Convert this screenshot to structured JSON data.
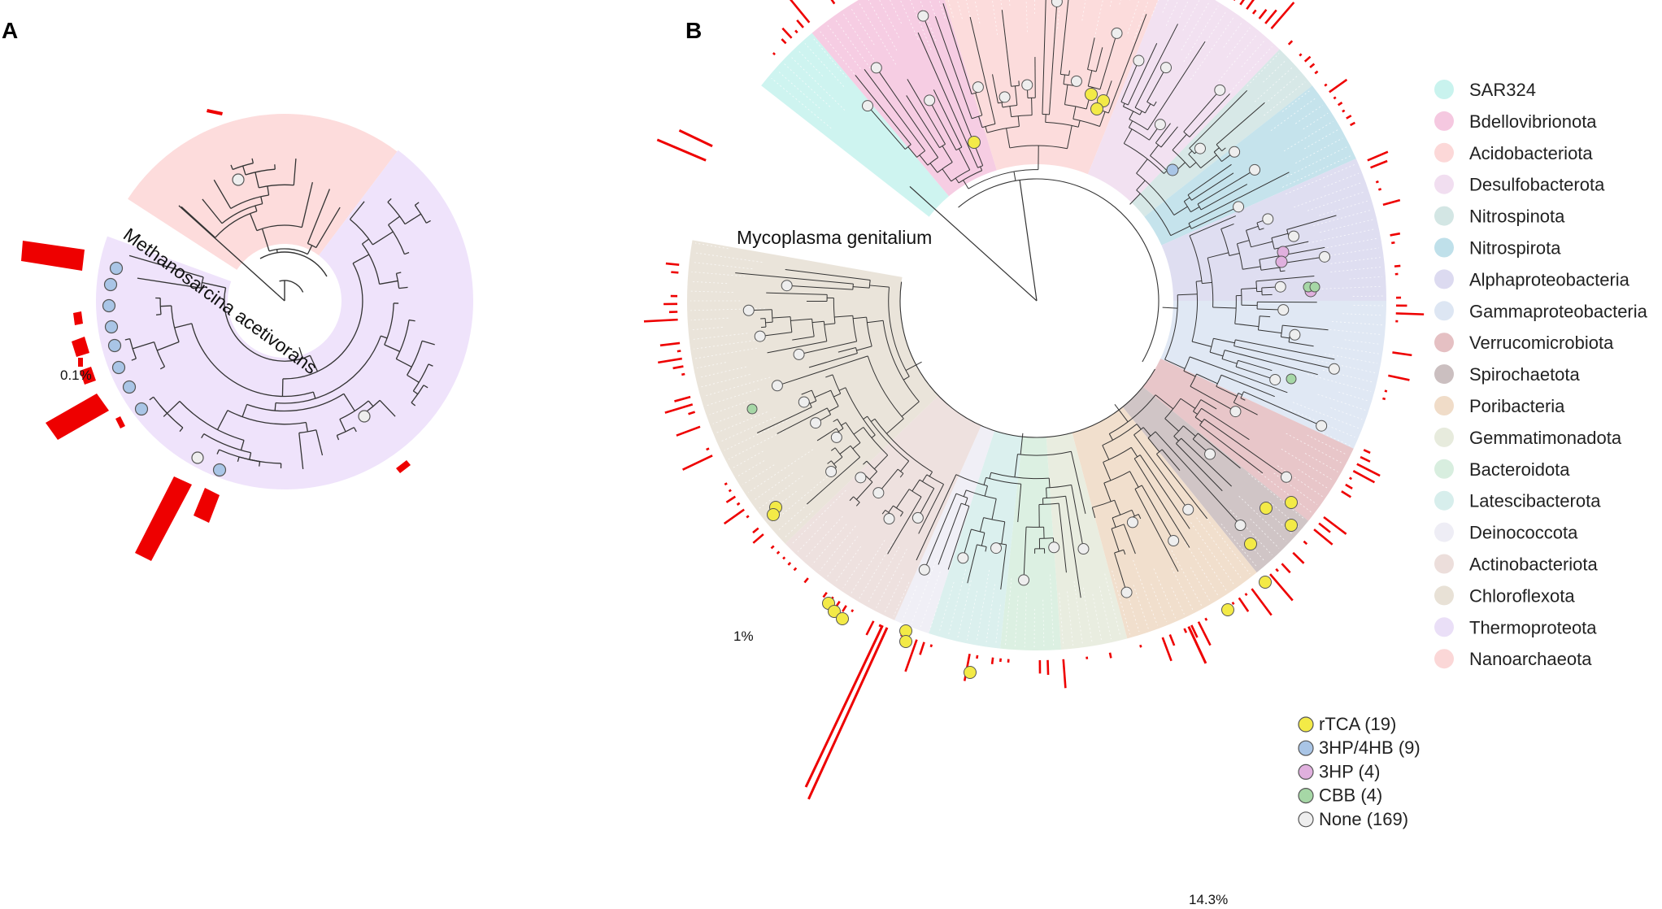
{
  "panels": {
    "a": {
      "letter": "A",
      "outgroup": "Methanosarcina acetivorans",
      "bar_scale_label": "0.1%",
      "clades": [
        {
          "name": "Nanoarchaeota",
          "color": "#fddcdc"
        },
        {
          "name": "Thermoproteota",
          "color": "#efe3fb"
        }
      ]
    },
    "b": {
      "letter": "B",
      "outgroup": "Mycoplasma genitalium",
      "bar_scale_label": "1%",
      "max_label": "14.3%"
    }
  },
  "phylum_legend": [
    {
      "name": "SAR324",
      "color": "#c9f3ee"
    },
    {
      "name": "Bdellovibrionota",
      "color": "#f5c8e0"
    },
    {
      "name": "Acidobacteriota",
      "color": "#fcd8d8"
    },
    {
      "name": "Desulfobacterota",
      "color": "#f1def0"
    },
    {
      "name": "Nitrospinota",
      "color": "#d3e6e4"
    },
    {
      "name": "Nitrospirota",
      "color": "#bfe0ea"
    },
    {
      "name": "Alphaproteobacteria",
      "color": "#dcdaf0"
    },
    {
      "name": "Gammaproteobacteria",
      "color": "#dde6f3"
    },
    {
      "name": "Verrucomicrobiota",
      "color": "#e5c0c3"
    },
    {
      "name": "Spirochaetota",
      "color": "#cbbfc0"
    },
    {
      "name": "Poribacteria",
      "color": "#f0dcc8"
    },
    {
      "name": "Gemmatimonadota",
      "color": "#e7ebdd"
    },
    {
      "name": "Bacteroidota",
      "color": "#d8eedf"
    },
    {
      "name": "Latescibacterota",
      "color": "#d7eeec"
    },
    {
      "name": "Deinococcota",
      "color": "#eeedf5"
    },
    {
      "name": "Actinobacteriota",
      "color": "#ecdedb"
    },
    {
      "name": "Chloroflexota",
      "color": "#e8e1d6"
    },
    {
      "name": "Thermoproteota",
      "color": "#eadff7"
    },
    {
      "name": "Nanoarchaeota",
      "color": "#fbd7d7"
    }
  ],
  "pathway_legend": [
    {
      "name": "rTCA (19)",
      "color": "#f3ea47"
    },
    {
      "name": "3HP/4HB (9)",
      "color": "#a9c5e6"
    },
    {
      "name": "3HP (4)",
      "color": "#e0b0de"
    },
    {
      "name": "CBB (4)",
      "color": "#a6d7a6"
    },
    {
      "name": "None (169)",
      "color": "#eeeeee"
    }
  ],
  "colors": {
    "bar": "#ee0000",
    "branch": "#333333",
    "node_stroke": "#555555"
  }
}
